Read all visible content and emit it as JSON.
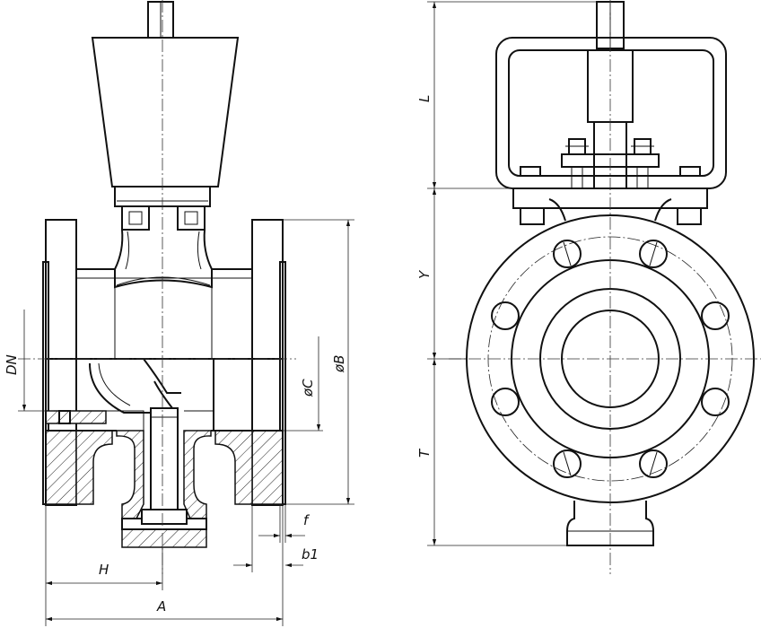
{
  "labels": {
    "dn": "DN",
    "c": "øC",
    "b": "øB",
    "h": "H",
    "a": "A",
    "f": "f",
    "b1": "b1",
    "l": "L",
    "y": "Y",
    "t": "T"
  }
}
